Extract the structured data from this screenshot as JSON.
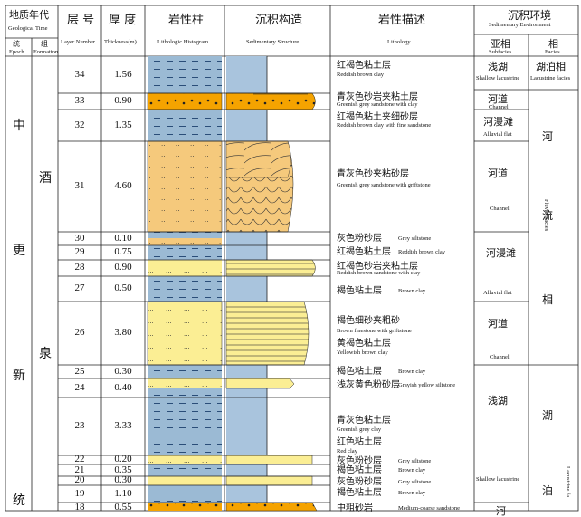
{
  "header": {
    "geo_time_cn": "地质年代",
    "geo_time_en": "Geological Time",
    "epoch_cn": "统",
    "epoch_en": "Epoch",
    "formation_cn": "组",
    "formation_en": "Formation",
    "layer_cn": "层 号",
    "layer_en": "Layer Number",
    "thick_cn": "厚 度",
    "thick_en": "Thickness(m)",
    "litho_cn": "岩性柱",
    "litho_en": "Lithologic Histogram",
    "sed_cn": "沉积构造",
    "sed_en": "Sedimentary Structure",
    "desc_cn": "岩性描述",
    "desc_en": "Lithology",
    "env_cn": "沉积环境",
    "env_en": "Sedimentary Environment",
    "subfacies_cn": "亚相",
    "subfacies_en": "Subfacies",
    "facies_cn": "相",
    "facies_en": "Facies"
  },
  "epoch_chars": [
    "中",
    "更",
    "新",
    "统"
  ],
  "formation_chars": [
    "酒",
    "泉"
  ],
  "layers": [
    {
      "no": "34",
      "thick": "1.56",
      "desc_cn": "红褐色粘土层",
      "desc_en": "Reddish brown clay"
    },
    {
      "no": "33",
      "thick": "0.90",
      "desc_cn": "青灰色砂岩夹粘土层",
      "desc_en": "Greenish grey sandstone with clay"
    },
    {
      "no": "32",
      "thick": "1.35",
      "desc_cn": "红褐色粘土夹细砂层",
      "desc_en": "Reddish brown clay with fine sandstone"
    },
    {
      "no": "31",
      "thick": "4.60",
      "desc_cn": "青灰色砂夹粘砂层",
      "desc_en": "Greenish grey sandstone with griftstone"
    },
    {
      "no": "30",
      "thick": "0.10",
      "desc_cn": "灰色粉砂层",
      "desc_en": "Grey siltstone"
    },
    {
      "no": "29",
      "thick": "0.75",
      "desc_cn": "红褐色粘土层",
      "desc_en": "Reddish brown clay"
    },
    {
      "no": "28",
      "thick": "0.90",
      "desc_cn": "红褐色砂岩夹粘土层",
      "desc_en": "Reddish brown sandstone with clay"
    },
    {
      "no": "27",
      "thick": "0.50",
      "desc_cn": "褐色粘土层",
      "desc_en": "Brown clay"
    },
    {
      "no": "26",
      "thick": "3.80",
      "desc_cn": "褐色细砂夹粗砂",
      "desc_en": "Brown finestone with griftstone",
      "desc_cn2": "黄褐色粘土层",
      "desc_en2": "Yellowish brown clay"
    },
    {
      "no": "25",
      "thick": "0.30",
      "desc_cn": "褐色粘土层",
      "desc_en": "Brown clay"
    },
    {
      "no": "24",
      "thick": "0.40",
      "desc_cn": "浅灰黄色粉砂层",
      "desc_en": "Grayish yellow siltstone"
    },
    {
      "no": "23",
      "thick": "3.33",
      "desc_cn": "青灰色粘土层",
      "desc_en": "Greenish grey clay",
      "desc_cn2": "红色粘土层",
      "desc_en2": "Red clay"
    },
    {
      "no": "22",
      "thick": "0.20",
      "desc_cn": "灰色粉砂层",
      "desc_en": "Grey siltstone"
    },
    {
      "no": "21",
      "thick": "0.35",
      "desc_cn": "褐色粘土层",
      "desc_en": "Brown clay"
    },
    {
      "no": "20",
      "thick": "0.30",
      "desc_cn": "灰色粉砂层",
      "desc_en": "Grey siltstone"
    },
    {
      "no": "19",
      "thick": "1.10",
      "desc_cn": "褐色粘土层",
      "desc_en": "Brown clay"
    },
    {
      "no": "18",
      "thick": "0.55",
      "desc_cn": "中粗砂岩",
      "desc_en": "Medium-coarse sandstone"
    }
  ],
  "subfacies": [
    {
      "cn": "浅湖",
      "en": "Shallow lacustrine"
    },
    {
      "cn": "河道",
      "en": "Channel"
    },
    {
      "cn": "河漫滩",
      "en": "Alluvial flat"
    },
    {
      "cn": "河道",
      "en": "Channel"
    },
    {
      "cn": "河漫滩",
      "en": "Alluvial flat"
    },
    {
      "cn": "河道",
      "en": "Channel"
    },
    {
      "cn": "浅湖",
      "en": "Shallow lacustrine"
    },
    {
      "cn": "河",
      "en": ""
    }
  ],
  "facies": [
    {
      "cn": "湖泊相",
      "en": "Lacustrine facies"
    },
    {
      "cn": "河流相",
      "en": "Fluvial facies"
    },
    {
      "cn": "湖泊",
      "en": "Lacustrine fa"
    }
  ],
  "colors": {
    "clay_blue": "#9bbad4",
    "sand_yellow": "#fbee94",
    "sand_orange": "#f5c97c",
    "coarse_orange": "#f5a300",
    "sed_blue": "#a9c4dd"
  }
}
